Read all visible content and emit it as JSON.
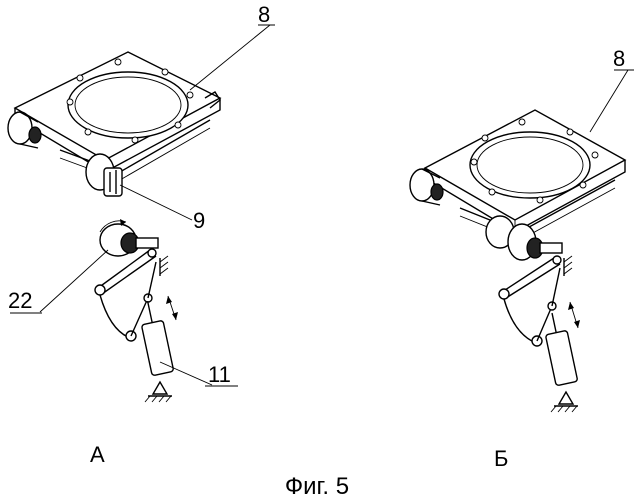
{
  "figure": {
    "caption": "Фиг. 5",
    "left_view": {
      "sublabel": "А",
      "callouts": {
        "platform": "8",
        "roller": "9",
        "lever": "22",
        "cylinder": "11"
      }
    },
    "right_view": {
      "sublabel": "Б",
      "callouts": {
        "platform": "8"
      }
    }
  }
}
